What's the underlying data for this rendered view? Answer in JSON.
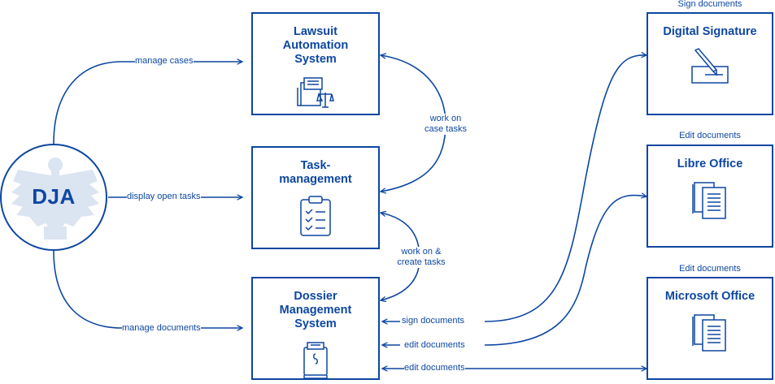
{
  "colors": {
    "primary": "#0d47a1",
    "eagle": "#dbe4f1"
  },
  "dja": {
    "label": "DJA",
    "icon": "eagle-emblem-icon"
  },
  "boxes": {
    "lawsuit": {
      "title": "Lawsuit\nAutomation\nSystem",
      "icon": "folder-scales-icon"
    },
    "task": {
      "title": "Task-\nmanagement",
      "icon": "clipboard-checklist-icon"
    },
    "dossier": {
      "title": "Dossier\nManagement\nSystem",
      "icon": "binder-icon"
    },
    "signature": {
      "title": "Digital Signature",
      "caption": "Sign documents",
      "icon": "pen-signing-icon"
    },
    "libre": {
      "title": "Libre Office",
      "caption": "Edit documents",
      "icon": "documents-icon"
    },
    "msoffice": {
      "title": "Microsoft Office",
      "caption": "Edit documents",
      "icon": "documents-icon"
    }
  },
  "edges": {
    "manage_cases": "manage cases",
    "display_open_tasks": "display open tasks",
    "manage_documents": "manage documents",
    "work_on_case_tasks": "work on\ncase tasks",
    "work_on_create_tasks": "work on &\ncreate tasks",
    "sign_documents": "sign documents",
    "edit_documents_libre": "edit documents",
    "edit_documents_ms": "edit documents"
  }
}
